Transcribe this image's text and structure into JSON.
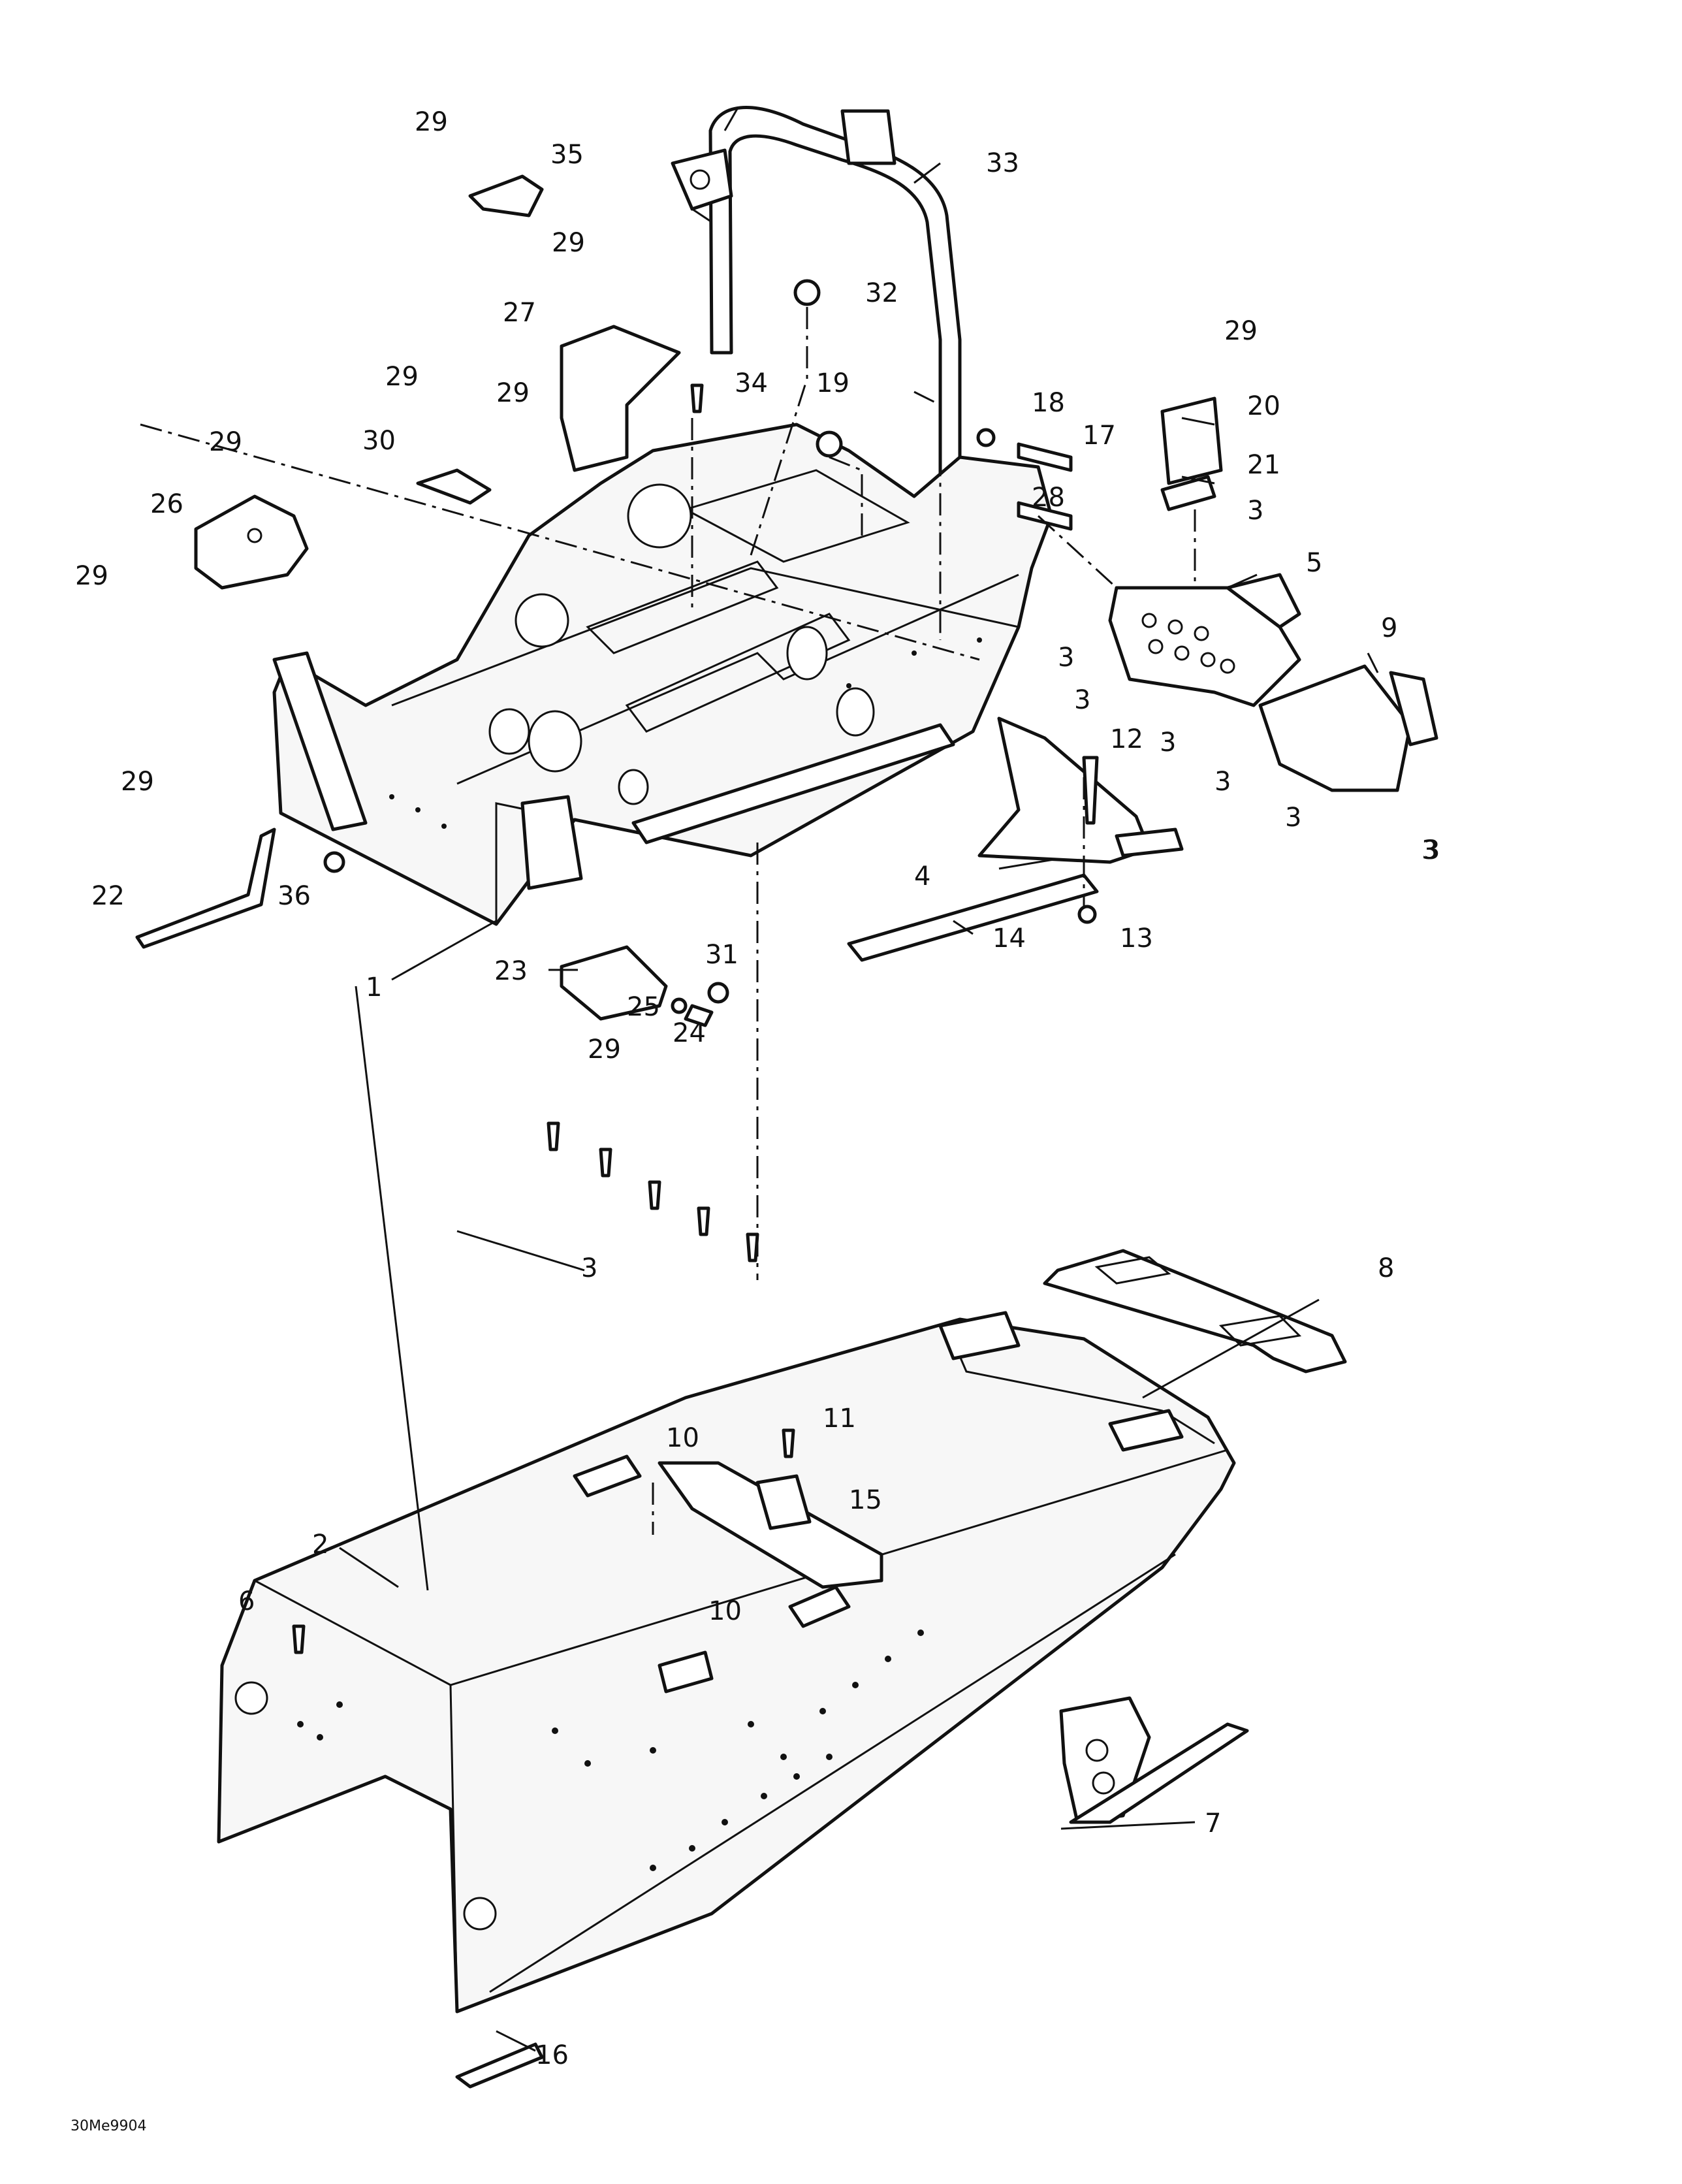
{
  "figure_code": "30Me9904",
  "callouts": [
    {
      "id": "c1",
      "label": "1"
    },
    {
      "id": "c2",
      "label": "2"
    },
    {
      "id": "c3a",
      "label": "3"
    },
    {
      "id": "c3b",
      "label": "3"
    },
    {
      "id": "c3c",
      "label": "3"
    },
    {
      "id": "c3d",
      "label": "3"
    },
    {
      "id": "c3e",
      "label": "3"
    },
    {
      "id": "c3f",
      "label": "3"
    },
    {
      "id": "c3g",
      "label": "3"
    },
    {
      "id": "c3h",
      "label": "3"
    },
    {
      "id": "c3i",
      "label": "3"
    },
    {
      "id": "c4",
      "label": "4"
    },
    {
      "id": "c5",
      "label": "5"
    },
    {
      "id": "c6",
      "label": "6"
    },
    {
      "id": "c7",
      "label": "7"
    },
    {
      "id": "c8",
      "label": "8"
    },
    {
      "id": "c9",
      "label": "9"
    },
    {
      "id": "c10a",
      "label": "10"
    },
    {
      "id": "c10b",
      "label": "10"
    },
    {
      "id": "c11",
      "label": "11"
    },
    {
      "id": "c12",
      "label": "12"
    },
    {
      "id": "c13",
      "label": "13"
    },
    {
      "id": "c14",
      "label": "14"
    },
    {
      "id": "c15",
      "label": "15"
    },
    {
      "id": "c16",
      "label": "16"
    },
    {
      "id": "c17",
      "label": "17"
    },
    {
      "id": "c18",
      "label": "18"
    },
    {
      "id": "c19",
      "label": "19"
    },
    {
      "id": "c20",
      "label": "20"
    },
    {
      "id": "c21",
      "label": "21"
    },
    {
      "id": "c22",
      "label": "22"
    },
    {
      "id": "c23",
      "label": "23"
    },
    {
      "id": "c24",
      "label": "24"
    },
    {
      "id": "c25",
      "label": "25"
    },
    {
      "id": "c26",
      "label": "26"
    },
    {
      "id": "c27",
      "label": "27"
    },
    {
      "id": "c28",
      "label": "28"
    },
    {
      "id": "c29a",
      "label": "29"
    },
    {
      "id": "c29b",
      "label": "29"
    },
    {
      "id": "c29c",
      "label": "29"
    },
    {
      "id": "c29d",
      "label": "29"
    },
    {
      "id": "c29e",
      "label": "29"
    },
    {
      "id": "c29f",
      "label": "29"
    },
    {
      "id": "c29g",
      "label": "29"
    },
    {
      "id": "c29h",
      "label": "29"
    },
    {
      "id": "c29i",
      "label": "29"
    },
    {
      "id": "c30",
      "label": "30"
    },
    {
      "id": "c31",
      "label": "31"
    },
    {
      "id": "c32",
      "label": "32"
    },
    {
      "id": "c33",
      "label": "33"
    },
    {
      "id": "c34",
      "label": "34"
    },
    {
      "id": "c35",
      "label": "35"
    },
    {
      "id": "c36",
      "label": "36"
    }
  ]
}
